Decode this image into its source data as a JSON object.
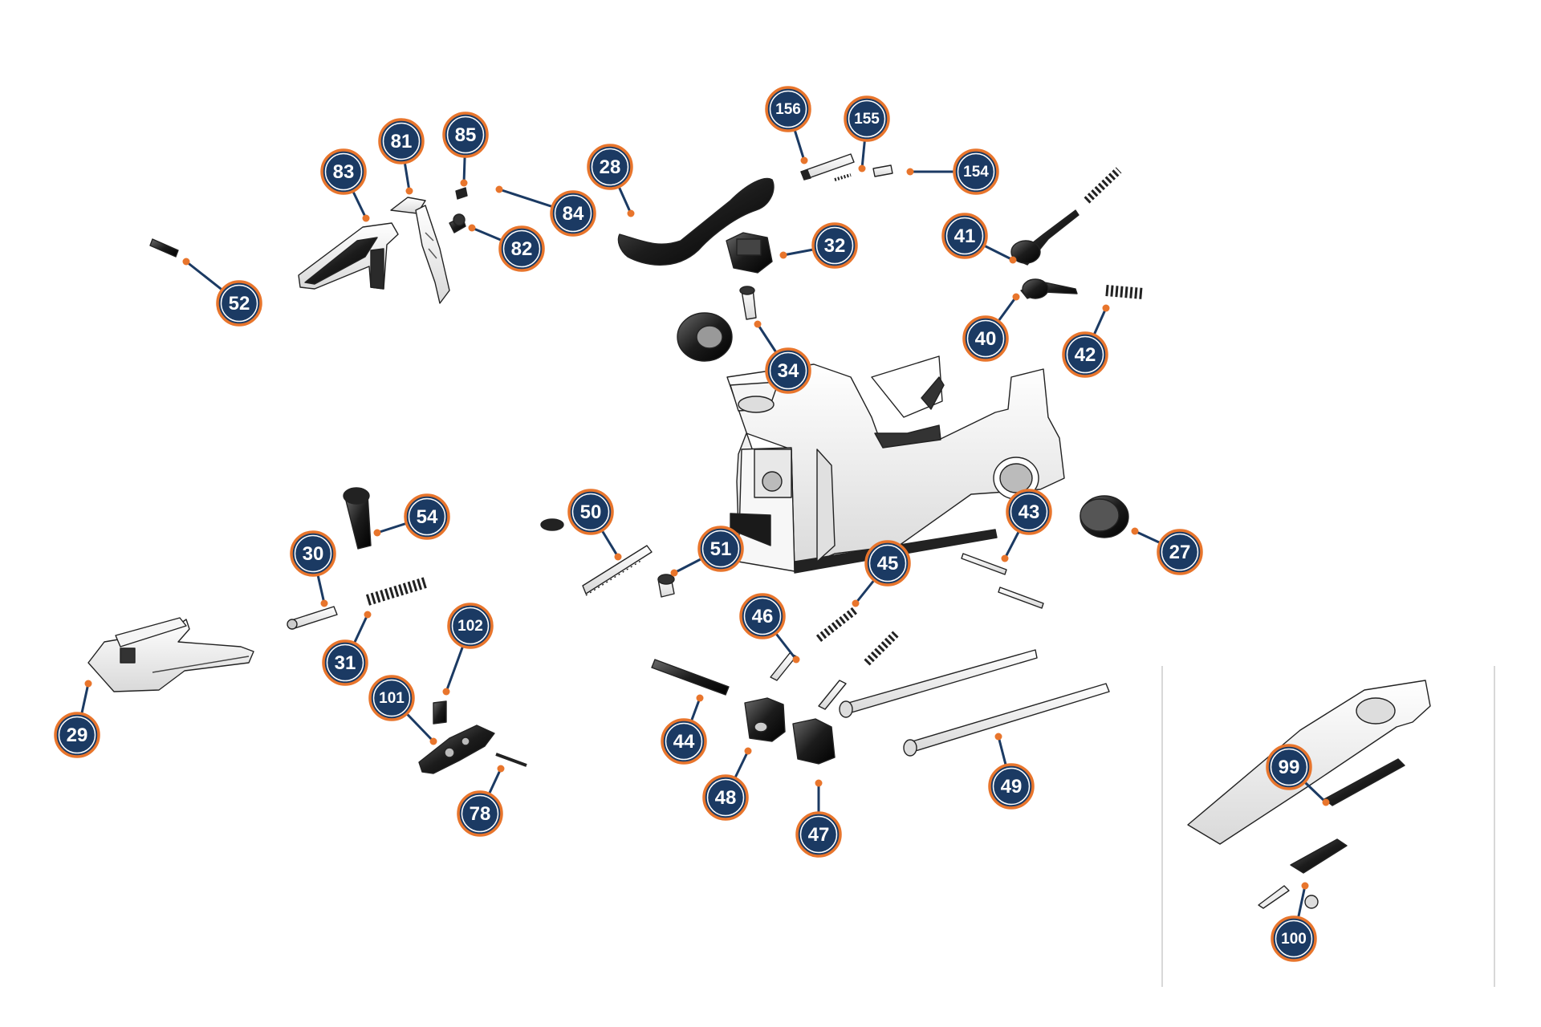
{
  "diagram": {
    "colors": {
      "badge_fill": "#1b3a63",
      "badge_ring": "#e8752c",
      "badge_text": "#ffffff",
      "leader": "#1b3a63",
      "leader_dot": "#e8752c",
      "part_dark": "#1a1a1a",
      "part_outline": "#222222",
      "part_light": "#f2f2f2",
      "inset_divider": "#cccccc"
    },
    "callouts": [
      {
        "id": "c52",
        "label": "52"
      },
      {
        "id": "c83",
        "label": "83"
      },
      {
        "id": "c81",
        "label": "81"
      },
      {
        "id": "c85",
        "label": "85"
      },
      {
        "id": "c84",
        "label": "84"
      },
      {
        "id": "c82",
        "label": "82"
      },
      {
        "id": "c28",
        "label": "28"
      },
      {
        "id": "c156",
        "label": "156"
      },
      {
        "id": "c155",
        "label": "155"
      },
      {
        "id": "c154",
        "label": "154"
      },
      {
        "id": "c32",
        "label": "32"
      },
      {
        "id": "c41",
        "label": "41"
      },
      {
        "id": "c40",
        "label": "40"
      },
      {
        "id": "c42",
        "label": "42"
      },
      {
        "id": "c34",
        "label": "34"
      },
      {
        "id": "c43",
        "label": "43"
      },
      {
        "id": "c27",
        "label": "27"
      },
      {
        "id": "c45",
        "label": "45"
      },
      {
        "id": "c54",
        "label": "54"
      },
      {
        "id": "c50",
        "label": "50"
      },
      {
        "id": "c51",
        "label": "51"
      },
      {
        "id": "c30",
        "label": "30"
      },
      {
        "id": "c31",
        "label": "31"
      },
      {
        "id": "c29",
        "label": "29"
      },
      {
        "id": "c102",
        "label": "102"
      },
      {
        "id": "c101",
        "label": "101"
      },
      {
        "id": "c78",
        "label": "78"
      },
      {
        "id": "c46",
        "label": "46"
      },
      {
        "id": "c44",
        "label": "44"
      },
      {
        "id": "c48",
        "label": "48"
      },
      {
        "id": "c47",
        "label": "47"
      },
      {
        "id": "c49",
        "label": "49"
      },
      {
        "id": "c99",
        "label": "99"
      },
      {
        "id": "c100",
        "label": "100"
      }
    ]
  }
}
